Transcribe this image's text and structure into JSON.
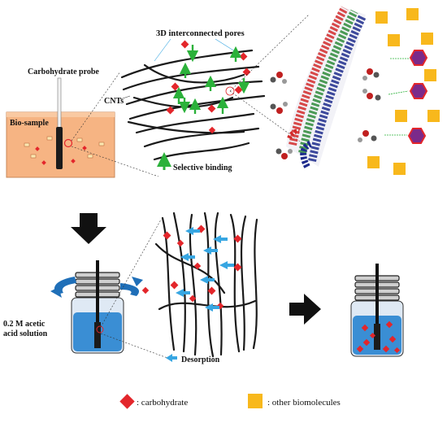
{
  "labels": {
    "carbohydrate_probe": "Carbohydrate probe",
    "bio_sample": "Bio-sample",
    "cnts": "CNTs",
    "pores": "3D interconnected pores",
    "selective_binding": "Selective binding",
    "acetic_line1": "0.2 M  acetic",
    "acetic_line2": "acid solution",
    "desorption": "Desorption"
  },
  "legend": {
    "carbohydrate": ": carbohydrate",
    "other_biomolecules": ": other biomolecules"
  },
  "colors": {
    "sample": "#f6b483",
    "carbohydrate": "#e3262b",
    "other_biomolecule": "#f8b81c",
    "binding_arrow": "#2bb13a",
    "desorption_arrow": "#37a6e2",
    "solution": "#3a8ed4",
    "rotation_arrow": "#1f6fb8",
    "cnt_red": "#d22a2a",
    "cnt_green": "#2e8b3a",
    "cnt_blue": "#1d2b8c"
  }
}
